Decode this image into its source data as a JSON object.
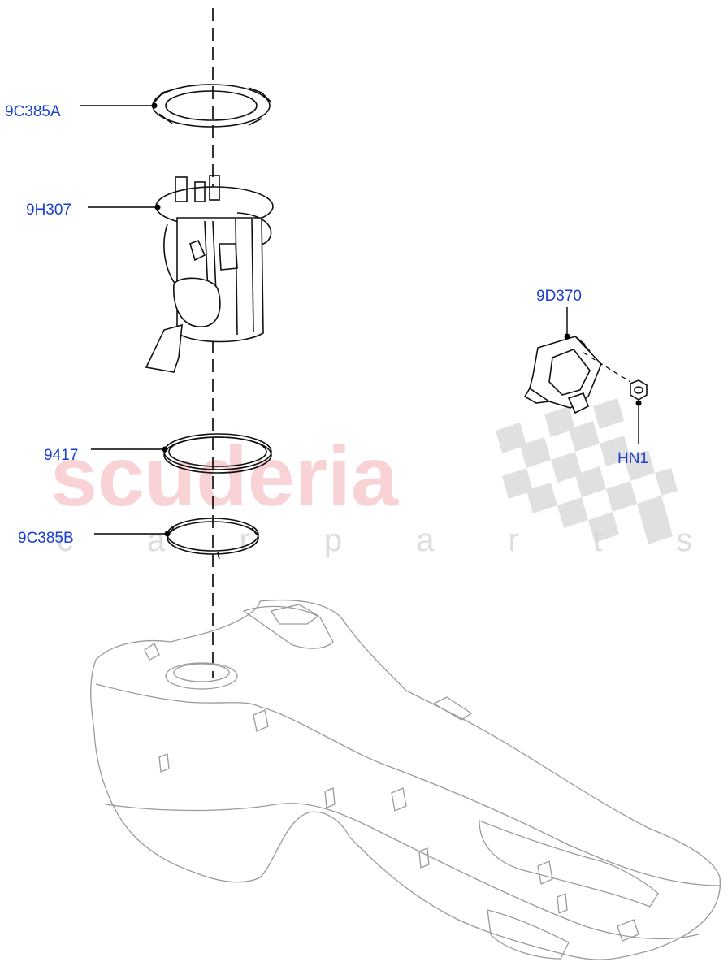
{
  "watermark": {
    "brand": "scuderia",
    "sub": "c a r p a r t s"
  },
  "callouts": [
    {
      "id": "9C385A",
      "label": "9C385A"
    },
    {
      "id": "9H307",
      "label": "9H307"
    },
    {
      "id": "9417",
      "label": "9417"
    },
    {
      "id": "9C385B",
      "label": "9C385B"
    },
    {
      "id": "9D370",
      "label": "9D370"
    },
    {
      "id": "HN1",
      "label": "HN1"
    }
  ],
  "colors": {
    "label": "#1a3fd0",
    "line": "#111111",
    "tank": "#9a9a9a",
    "watermark": "#f6c4c8"
  }
}
